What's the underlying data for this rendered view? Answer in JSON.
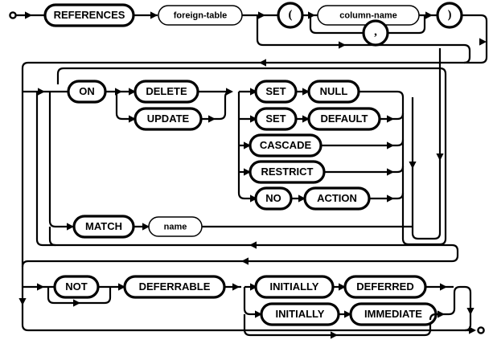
{
  "diagram": {
    "name": "foreign-key-clause",
    "type": "railroad-syntax-diagram",
    "stroke_color": "#000000",
    "background_color": "#ffffff",
    "start_marker": "start-circle",
    "end_marker": "end-circle",
    "nodes": {
      "references": {
        "label": "REFERENCES",
        "kind": "terminal"
      },
      "foreign_table": {
        "label": "foreign-table",
        "kind": "nonterminal"
      },
      "lparen": {
        "label": "(",
        "kind": "terminal"
      },
      "column_name": {
        "label": "column-name",
        "kind": "nonterminal"
      },
      "comma": {
        "label": ",",
        "kind": "terminal"
      },
      "rparen": {
        "label": ")",
        "kind": "terminal"
      },
      "on": {
        "label": "ON",
        "kind": "terminal"
      },
      "delete": {
        "label": "DELETE",
        "kind": "terminal"
      },
      "update": {
        "label": "UPDATE",
        "kind": "terminal"
      },
      "set1": {
        "label": "SET",
        "kind": "terminal"
      },
      "null": {
        "label": "NULL",
        "kind": "terminal"
      },
      "set2": {
        "label": "SET",
        "kind": "terminal"
      },
      "default": {
        "label": "DEFAULT",
        "kind": "terminal"
      },
      "cascade": {
        "label": "CASCADE",
        "kind": "terminal"
      },
      "restrict": {
        "label": "RESTRICT",
        "kind": "terminal"
      },
      "no": {
        "label": "NO",
        "kind": "terminal"
      },
      "action": {
        "label": "ACTION",
        "kind": "terminal"
      },
      "match": {
        "label": "MATCH",
        "kind": "terminal"
      },
      "name": {
        "label": "name",
        "kind": "nonterminal"
      },
      "not": {
        "label": "NOT",
        "kind": "terminal"
      },
      "deferrable": {
        "label": "DEFERRABLE",
        "kind": "terminal"
      },
      "initially1": {
        "label": "INITIALLY",
        "kind": "terminal"
      },
      "deferred": {
        "label": "DEFERRED",
        "kind": "terminal"
      },
      "initially2": {
        "label": "INITIALLY",
        "kind": "terminal"
      },
      "immediate": {
        "label": "IMMEDIATE",
        "kind": "terminal"
      }
    }
  }
}
